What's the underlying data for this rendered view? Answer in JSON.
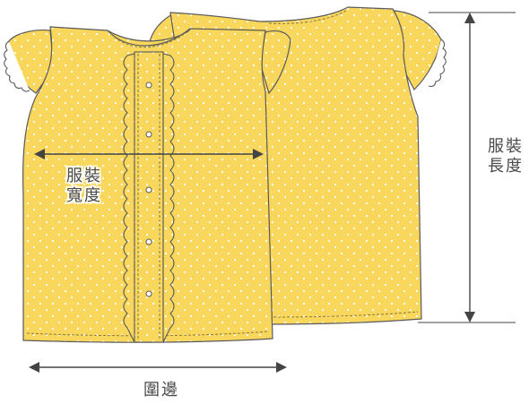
{
  "labels": {
    "garment_width": [
      "服裝",
      "寬度"
    ],
    "garment_length": [
      "服裝",
      "長度"
    ],
    "hem": "圍邊"
  },
  "colors": {
    "fabric": "#f8d75c",
    "fabric_dot": "#ffffff",
    "outline": "#5a5a5a",
    "stitch": "#8a7a3a",
    "arrow": "#444444",
    "lace": "#ffffff"
  }
}
